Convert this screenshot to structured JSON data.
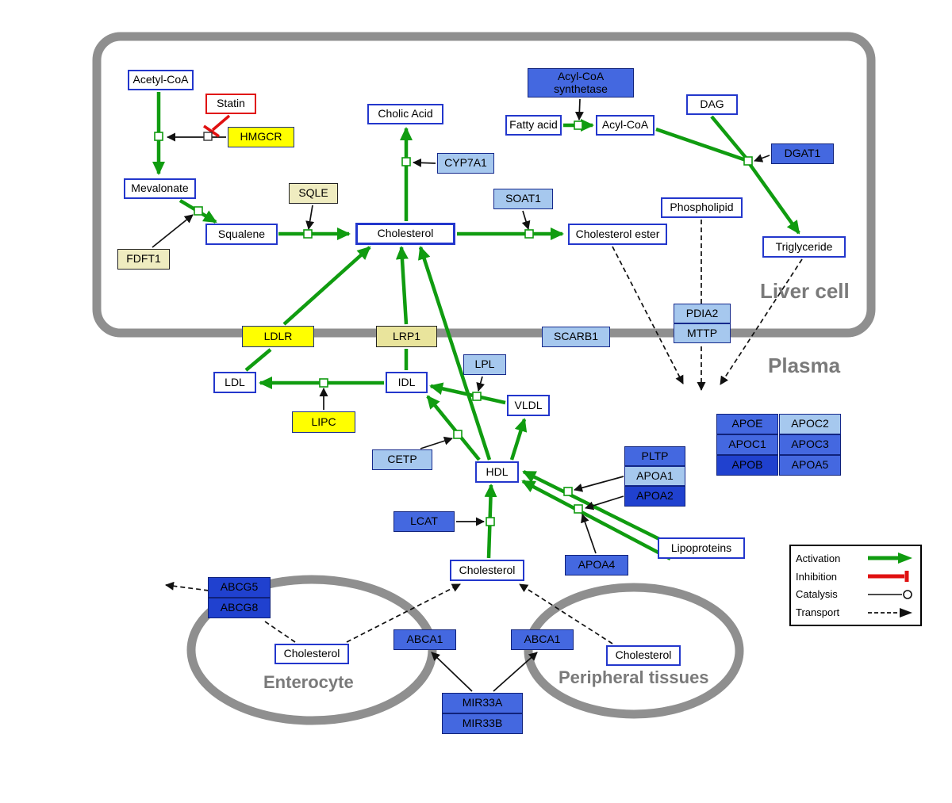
{
  "regions": {
    "liver": "Liver cell",
    "plasma": "Plasma",
    "enterocyte": "Enterocyte",
    "peripheral": "Peripheral tissues"
  },
  "legend": {
    "activation": "Activation",
    "inhibition": "Inhibition",
    "catalysis": "Catalysis",
    "transport": "Transport"
  },
  "colors": {
    "activation_green": "#109c10",
    "inhibition_red": "#e01010",
    "membrane_gray": "#8f8f8f",
    "metabolite_border_blue": "#2337cc",
    "gene_yellow": "#ffff00",
    "gene_pale_yellow": "#efecc0",
    "gene_light_blue": "#a6c8ee",
    "gene_blue": "#4468e0",
    "gene_dark_blue": "#2041cf"
  },
  "nodes": {
    "acetyl_coa": {
      "label": "Acetyl-CoA"
    },
    "statin": {
      "label": "Statin"
    },
    "hmgcr": {
      "label": "HMGCR"
    },
    "mevalonate": {
      "label": "Mevalonate"
    },
    "sqle": {
      "label": "SQLE"
    },
    "squalene": {
      "label": "Squalene"
    },
    "fdft1": {
      "label": "FDFT1"
    },
    "cholic_acid": {
      "label": "Cholic Acid"
    },
    "cyp7a1": {
      "label": "CYP7A1"
    },
    "cholesterol_liver": {
      "label": "Cholesterol"
    },
    "soat1": {
      "label": "SOAT1"
    },
    "cholesterol_ester": {
      "label": "Cholesterol ester"
    },
    "acyl_coa_synthetase": {
      "label": "Acyl-CoA synthetase"
    },
    "fatty_acid": {
      "label": "Fatty acid"
    },
    "acyl_coa": {
      "label": "Acyl-CoA"
    },
    "dag": {
      "label": "DAG"
    },
    "dgat1": {
      "label": "DGAT1"
    },
    "phospholipid": {
      "label": "Phospholipid"
    },
    "triglyceride": {
      "label": "Triglyceride"
    },
    "ldlr": {
      "label": "LDLR"
    },
    "lrp1": {
      "label": "LRP1"
    },
    "scarb1": {
      "label": "SCARB1"
    },
    "pdia2": {
      "label": "PDIA2"
    },
    "mttp": {
      "label": "MTTP"
    },
    "ldl": {
      "label": "LDL"
    },
    "idl": {
      "label": "IDL"
    },
    "lpl": {
      "label": "LPL"
    },
    "vldl": {
      "label": "VLDL"
    },
    "lipc": {
      "label": "LIPC"
    },
    "cetp": {
      "label": "CETP"
    },
    "hdl": {
      "label": "HDL"
    },
    "pltp": {
      "label": "PLTP"
    },
    "apoa1": {
      "label": "APOA1"
    },
    "apoa2": {
      "label": "APOA2"
    },
    "lcat": {
      "label": "LCAT"
    },
    "apoa4": {
      "label": "APOA4"
    },
    "lipoproteins": {
      "label": "Lipoproteins"
    },
    "cholesterol_plasma": {
      "label": "Cholesterol"
    },
    "apoe": {
      "label": "APOE"
    },
    "apoc2": {
      "label": "APOC2"
    },
    "apoc1": {
      "label": "APOC1"
    },
    "apoc3": {
      "label": "APOC3"
    },
    "apob": {
      "label": "APOB"
    },
    "apoa5": {
      "label": "APOA5"
    },
    "abcg5": {
      "label": "ABCG5"
    },
    "abcg8": {
      "label": "ABCG8"
    },
    "cholesterol_enterocyte": {
      "label": "Cholesterol"
    },
    "abca1_left": {
      "label": "ABCA1"
    },
    "abca1_right": {
      "label": "ABCA1"
    },
    "cholesterol_peripheral": {
      "label": "Cholesterol"
    },
    "mir33a": {
      "label": "MIR33A"
    },
    "mir33b": {
      "label": "MIR33B"
    }
  }
}
